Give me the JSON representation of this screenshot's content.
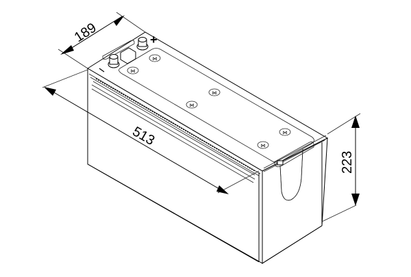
{
  "diagram": {
    "subject": "Truck battery isometric line drawing",
    "dimensions": {
      "width": {
        "label": "189",
        "axis": "depth"
      },
      "length": {
        "label": "513",
        "axis": "length"
      },
      "height": {
        "label": "223",
        "axis": "height"
      }
    },
    "terminals": {
      "positive": {
        "symbol": "+"
      },
      "negative": {
        "symbol": "–"
      }
    },
    "colors": {
      "line": "#000000",
      "background": "#ffffff"
    }
  }
}
